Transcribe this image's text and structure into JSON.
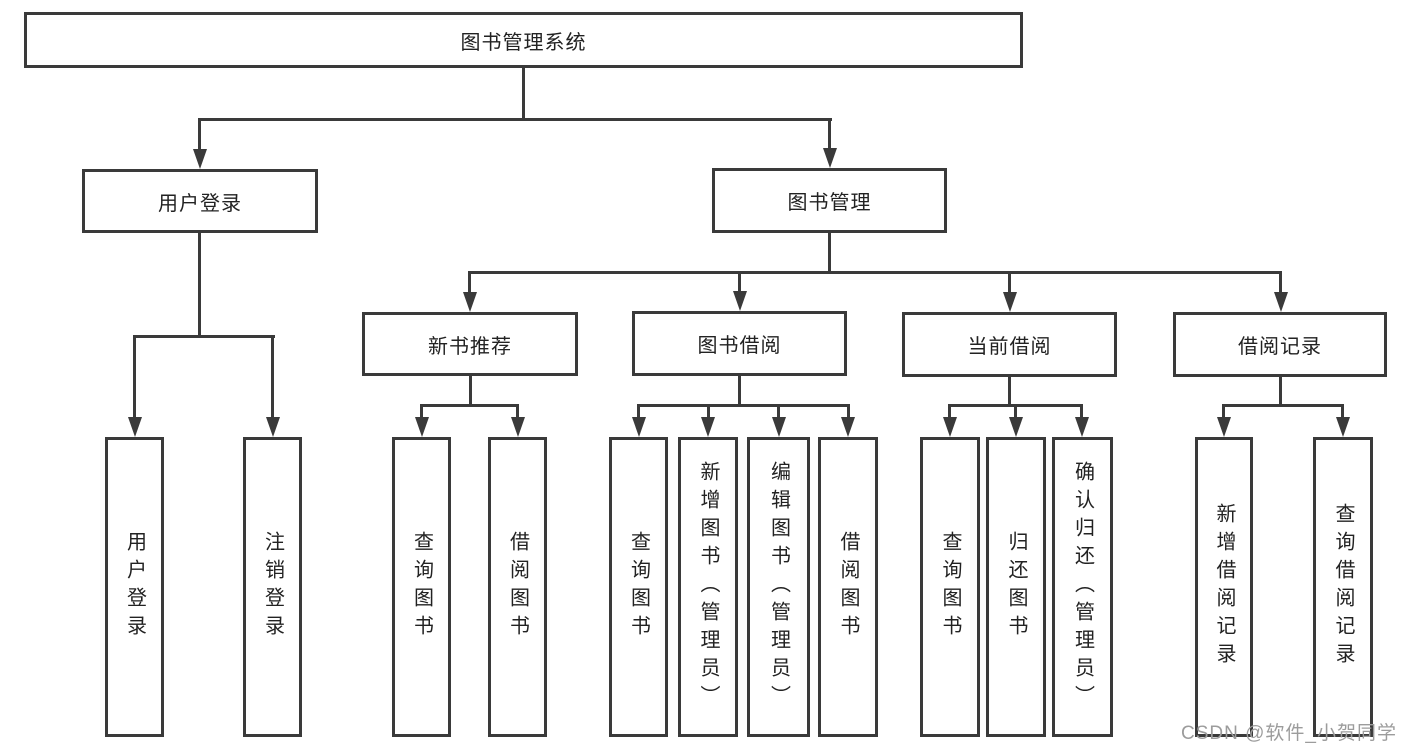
{
  "diagram": {
    "title": "图书管理系统",
    "type": "hierarchy-tree",
    "colors": {
      "line": "#3a3a3a",
      "text": "#222222",
      "background": "#ffffff",
      "watermark": "#9c9c9c"
    },
    "watermark": "CSDN @软件_小贺同学",
    "tree": {
      "root": {
        "label": "图书管理系统",
        "children": [
          {
            "label": "用户登录",
            "children": [
              {
                "label": "用户登录"
              },
              {
                "label": "注销登录"
              }
            ]
          },
          {
            "label": "图书管理",
            "children": [
              {
                "label": "新书推荐",
                "children": [
                  {
                    "label": "查询图书"
                  },
                  {
                    "label": "借阅图书"
                  }
                ]
              },
              {
                "label": "图书借阅",
                "children": [
                  {
                    "label": "查询图书"
                  },
                  {
                    "label": "新增图书（管理员）"
                  },
                  {
                    "label": "编辑图书（管理员）"
                  },
                  {
                    "label": "借阅图书"
                  }
                ]
              },
              {
                "label": "当前借阅",
                "children": [
                  {
                    "label": "查询图书"
                  },
                  {
                    "label": "归还图书"
                  },
                  {
                    "label": "确认归还（管理员）"
                  }
                ]
              },
              {
                "label": "借阅记录",
                "children": [
                  {
                    "label": "新增借阅记录"
                  },
                  {
                    "label": "查询借阅记录"
                  }
                ]
              }
            ]
          }
        ]
      }
    }
  }
}
